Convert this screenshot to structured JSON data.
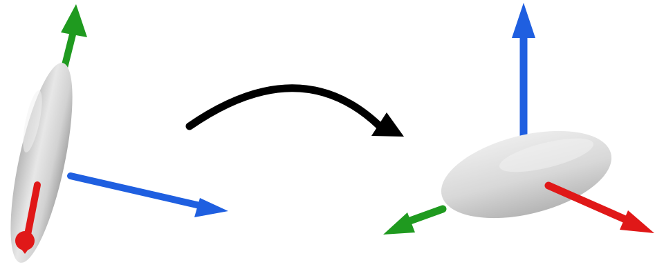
{
  "figure": {
    "left_object": {
      "shape": "ellipsoid",
      "body_color": "#d9d9d9",
      "axes": [
        {
          "name": "x-axis",
          "color": "#e01818"
        },
        {
          "name": "y-axis",
          "color": "#1f9a1f"
        },
        {
          "name": "z-axis",
          "color": "#1f5fe0"
        }
      ]
    },
    "transition_arrow": {
      "color": "#000000",
      "direction": "left-to-right"
    },
    "right_object": {
      "shape": "ellipsoid",
      "body_color": "#d9d9d9",
      "axes": [
        {
          "name": "x-axis",
          "color": "#e01818"
        },
        {
          "name": "y-axis",
          "color": "#1f9a1f"
        },
        {
          "name": "z-axis",
          "color": "#1f5fe0"
        }
      ]
    }
  }
}
